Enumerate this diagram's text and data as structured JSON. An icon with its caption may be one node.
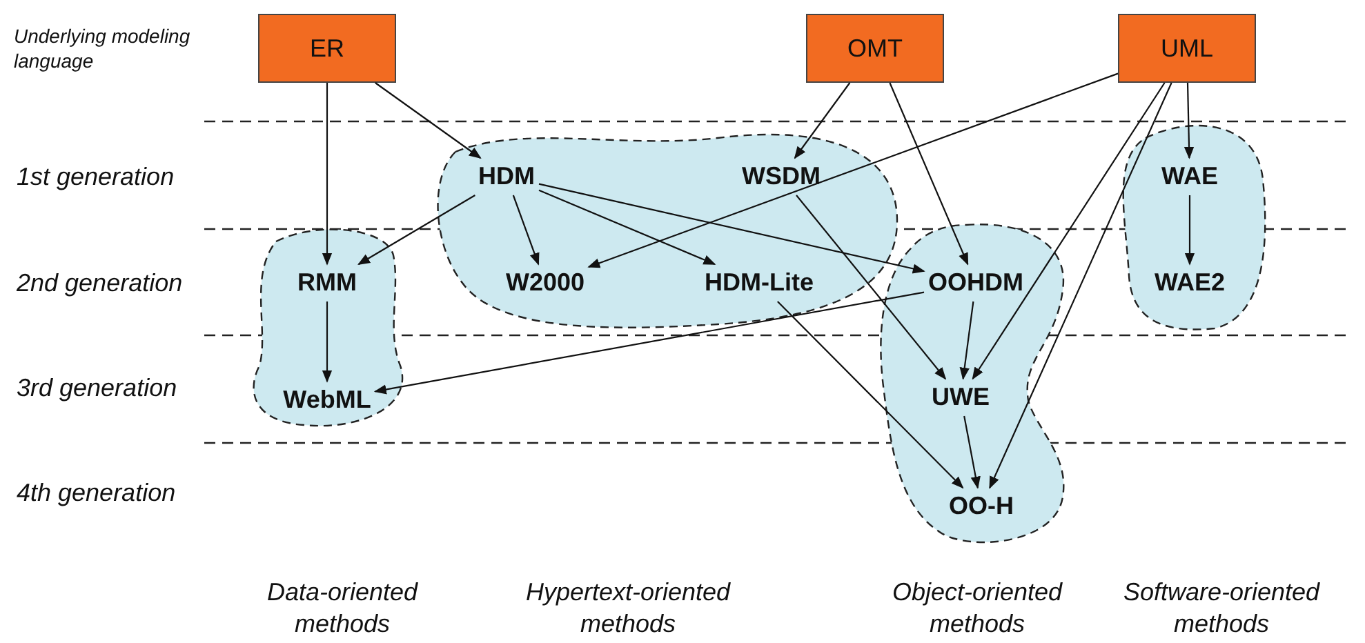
{
  "diagram": {
    "nodes": [
      {
        "text": [
          "ER"
        ]
      },
      {
        "text": [
          "OMT"
        ]
      },
      {
        "text": [
          "UML"
        ]
      },
      {
        "text": [],
        "shape": "blob"
      },
      {
        "text": [
          "HDM"
        ],
        "in": 3
      },
      {
        "text": [
          "WSDM"
        ],
        "in": 3
      },
      {
        "text": [],
        "shape": "blob"
      },
      {
        "text": [
          "WAE"
        ],
        "in": 6
      },
      {
        "text": [],
        "shape": "blob"
      },
      {
        "text": [
          "RMM"
        ],
        "in": 8
      },
      {
        "text": [
          "W2000"
        ],
        "in": 3
      },
      {
        "text": [
          "HDM-Lite"
        ],
        "in": 3
      },
      {
        "text": [],
        "shape": "blob"
      },
      {
        "text": [
          "OOHDM"
        ],
        "in": 12
      },
      {
        "text": [
          "WAE2"
        ],
        "in": 6
      },
      {
        "text": [
          "WebML"
        ],
        "in": 8
      },
      {
        "text": [
          "UWE"
        ],
        "in": 12
      },
      {
        "text": [
          "OO-H"
        ],
        "in": 12
      }
    ],
    "edges": [
      {
        "from": 0,
        "to": 9,
        "arrow": "to"
      },
      {
        "from": 0,
        "to": 4,
        "arrow": "to"
      },
      {
        "from": 1,
        "to": 5,
        "arrow": "to"
      },
      {
        "from": 1,
        "to": 13,
        "arrow": "to"
      },
      {
        "from": 2,
        "to": 7,
        "arrow": "to"
      },
      {
        "from": 2,
        "to": 10,
        "arrow": "to"
      },
      {
        "from": 2,
        "to": 16,
        "arrow": "to"
      },
      {
        "from": 2,
        "to": 17,
        "arrow": "to"
      },
      {
        "from": 4,
        "to": 9,
        "arrow": "to"
      },
      {
        "from": 4,
        "to": 10,
        "arrow": "to"
      },
      {
        "from": 4,
        "to": 11,
        "arrow": "to"
      },
      {
        "from": 4,
        "to": 13,
        "arrow": "to"
      },
      {
        "from": 5,
        "to": 16,
        "arrow": "to"
      },
      {
        "from": 11,
        "to": 17,
        "arrow": "to"
      },
      {
        "from": 13,
        "to": 16,
        "arrow": "to"
      },
      {
        "from": 13,
        "to": 15,
        "arrow": "to"
      },
      {
        "from": 9,
        "to": 15,
        "arrow": "to"
      },
      {
        "from": 7,
        "to": 14,
        "arrow": "to"
      },
      {
        "from": 16,
        "to": 17,
        "arrow": "to"
      }
    ],
    "labels": [
      "Underlying modeling language",
      "1st generation",
      "2nd generation",
      "3rd generation",
      "4th generation",
      "Data-oriented methods",
      "Hypertext-oriented methods",
      "Object-oriented methods",
      "Software-oriented methods"
    ]
  }
}
